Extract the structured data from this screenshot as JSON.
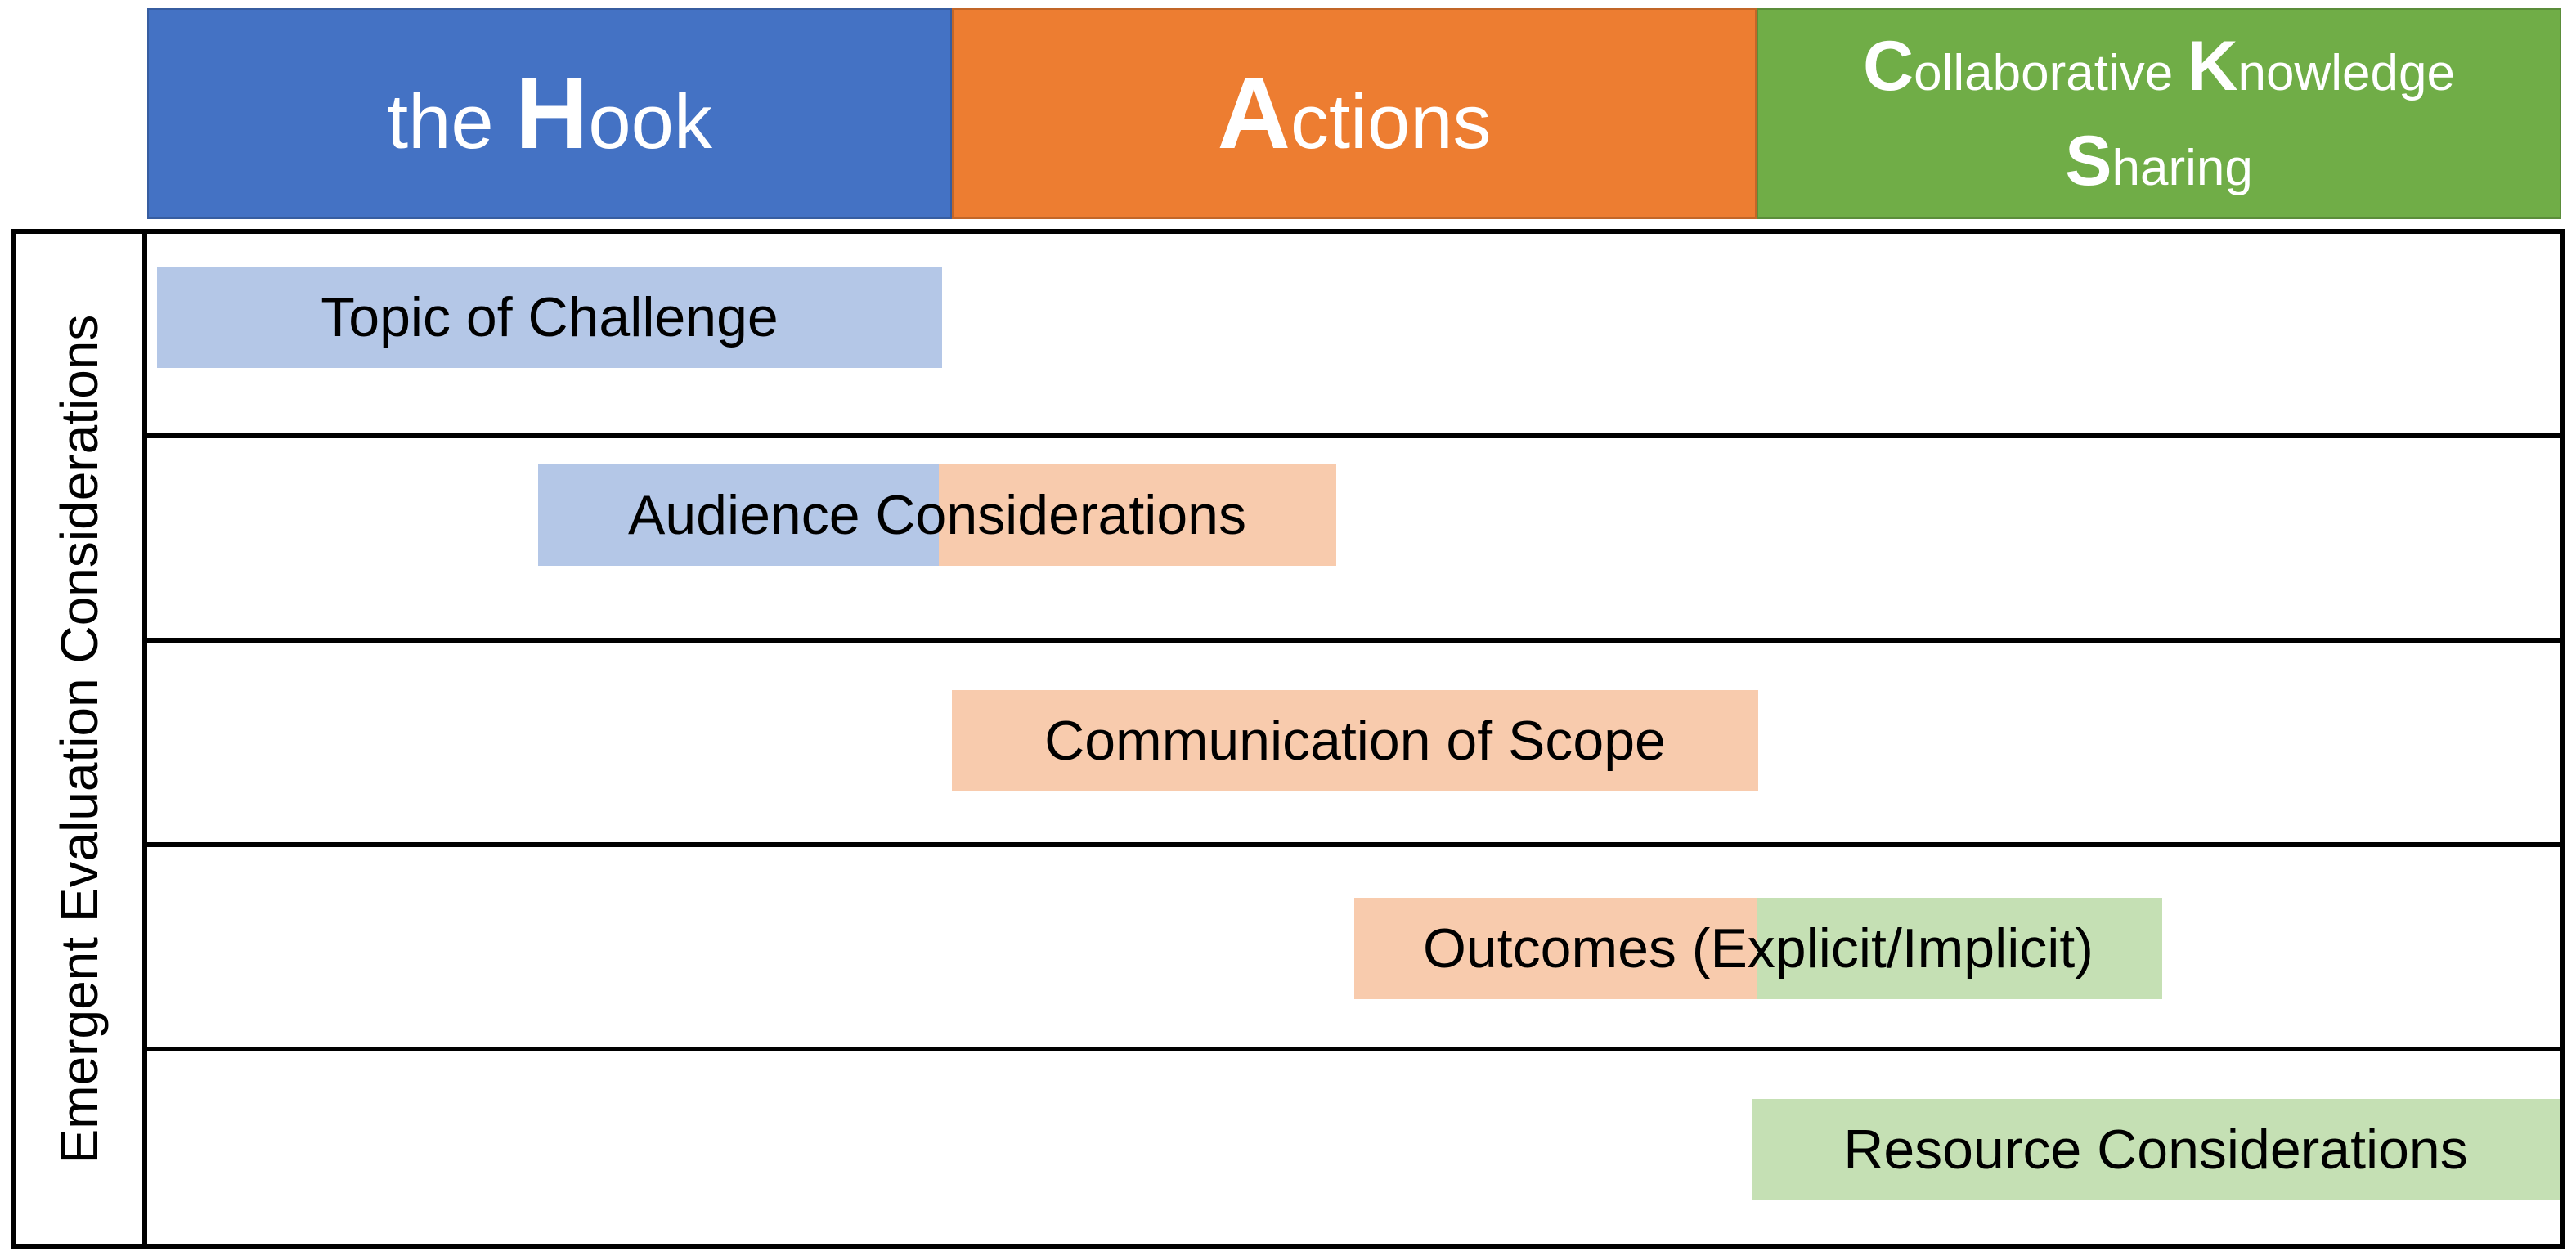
{
  "header": {
    "hook": {
      "pre": "the ",
      "initial": "H",
      "rest": "ook"
    },
    "actions": {
      "initial": "A",
      "rest": "ctions"
    },
    "cks": {
      "c_initial": "C",
      "c_rest": "ollaborative ",
      "k_initial": "K",
      "k_rest": "nowledge",
      "s_initial": "S",
      "s_rest": "haring"
    },
    "colors": {
      "hook": "#4472c4",
      "actions": "#ed7d31",
      "cks": "#70ad47"
    }
  },
  "side_label": "Emergent Evaluation Considerations",
  "considerations": [
    {
      "label": "Topic of Challenge",
      "color": "#b4c7e7"
    },
    {
      "label": "Audience Considerations",
      "colors": [
        "#b4c7e7",
        "#f8cbad"
      ]
    },
    {
      "label": "Communication of Scope",
      "color": "#f8cbad"
    },
    {
      "label": "Outcomes (Explicit/Implicit)",
      "colors": [
        "#f8cbad",
        "#c5e0b4"
      ]
    },
    {
      "label": "Resource Considerations",
      "color": "#c5e0b4"
    }
  ]
}
